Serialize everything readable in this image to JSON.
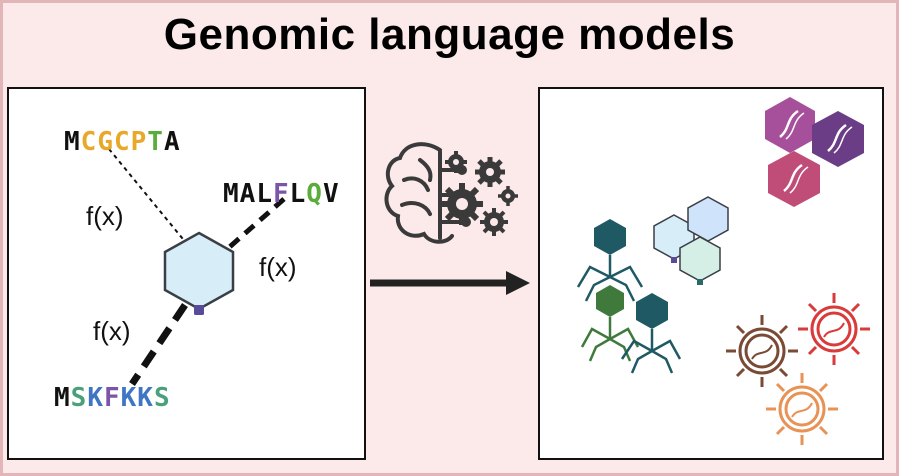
{
  "title": "Genomic language models",
  "sequences": [
    {
      "id": "top",
      "residues": [
        {
          "letter": "M",
          "color": "#111111"
        },
        {
          "letter": "C",
          "color": "#e8a92b"
        },
        {
          "letter": "G",
          "color": "#e8a92b"
        },
        {
          "letter": "C",
          "color": "#e8a92b"
        },
        {
          "letter": "P",
          "color": "#e8a92b"
        },
        {
          "letter": "T",
          "color": "#5aac3c"
        },
        {
          "letter": "A",
          "color": "#111111"
        }
      ]
    },
    {
      "id": "right",
      "residues": [
        {
          "letter": "M",
          "color": "#111111"
        },
        {
          "letter": "A",
          "color": "#111111"
        },
        {
          "letter": "L",
          "color": "#111111"
        },
        {
          "letter": "F",
          "color": "#7b55a7"
        },
        {
          "letter": "L",
          "color": "#111111"
        },
        {
          "letter": "Q",
          "color": "#5aac3c"
        },
        {
          "letter": "V",
          "color": "#111111"
        }
      ]
    },
    {
      "id": "bottom",
      "residues": [
        {
          "letter": "M",
          "color": "#111111"
        },
        {
          "letter": "S",
          "color": "#4aa07a"
        },
        {
          "letter": "K",
          "color": "#3f76c4"
        },
        {
          "letter": "F",
          "color": "#7b55a7"
        },
        {
          "letter": "K",
          "color": "#3f76c4"
        },
        {
          "letter": "K",
          "color": "#3f76c4"
        },
        {
          "letter": "S",
          "color": "#4aa07a"
        }
      ]
    }
  ],
  "function_labels": [
    "f(x)",
    "f(x)",
    "f(x)"
  ],
  "icons": {
    "center": "protein-hexagon-icon",
    "model": "brain-gears-icon",
    "arrow": "right-arrow-icon",
    "outputs": [
      "bacteriophage-icon",
      "protein-cluster-icon",
      "virus-capsid-icon",
      "coronavirus-icon"
    ]
  },
  "colors": {
    "hexagon_fill": "#d7eef8",
    "hexagon_stroke": "#3a3f46",
    "phage_teal": "#1f5a64",
    "phage_green": "#3f7a3c",
    "capsid_purple": [
      "#a64f9a",
      "#6b3d86",
      "#c04c78"
    ],
    "virus_brown": "#7a4a34",
    "virus_red": "#d93a3a",
    "virus_orange": "#e89256"
  }
}
